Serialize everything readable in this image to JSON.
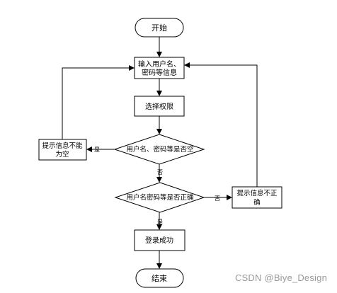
{
  "flowchart": {
    "start_label": "开始",
    "input_line1": "输入用户名、",
    "input_line2": "密码等信息",
    "select_label": "选择权限",
    "empty_check_label": "用户名、密码等是否空",
    "empty_prompt_line1": "提示信息不能",
    "empty_prompt_line2": "为空",
    "correct_check_label": "用户名密码等是否正确",
    "incorrect_prompt_line1": "提示信息不正",
    "incorrect_prompt_line2": "确",
    "success_label": "登录成功",
    "end_label": "结束",
    "yes_label": "是",
    "no_label": "否"
  },
  "watermark": "CSDN @Biye_Design"
}
